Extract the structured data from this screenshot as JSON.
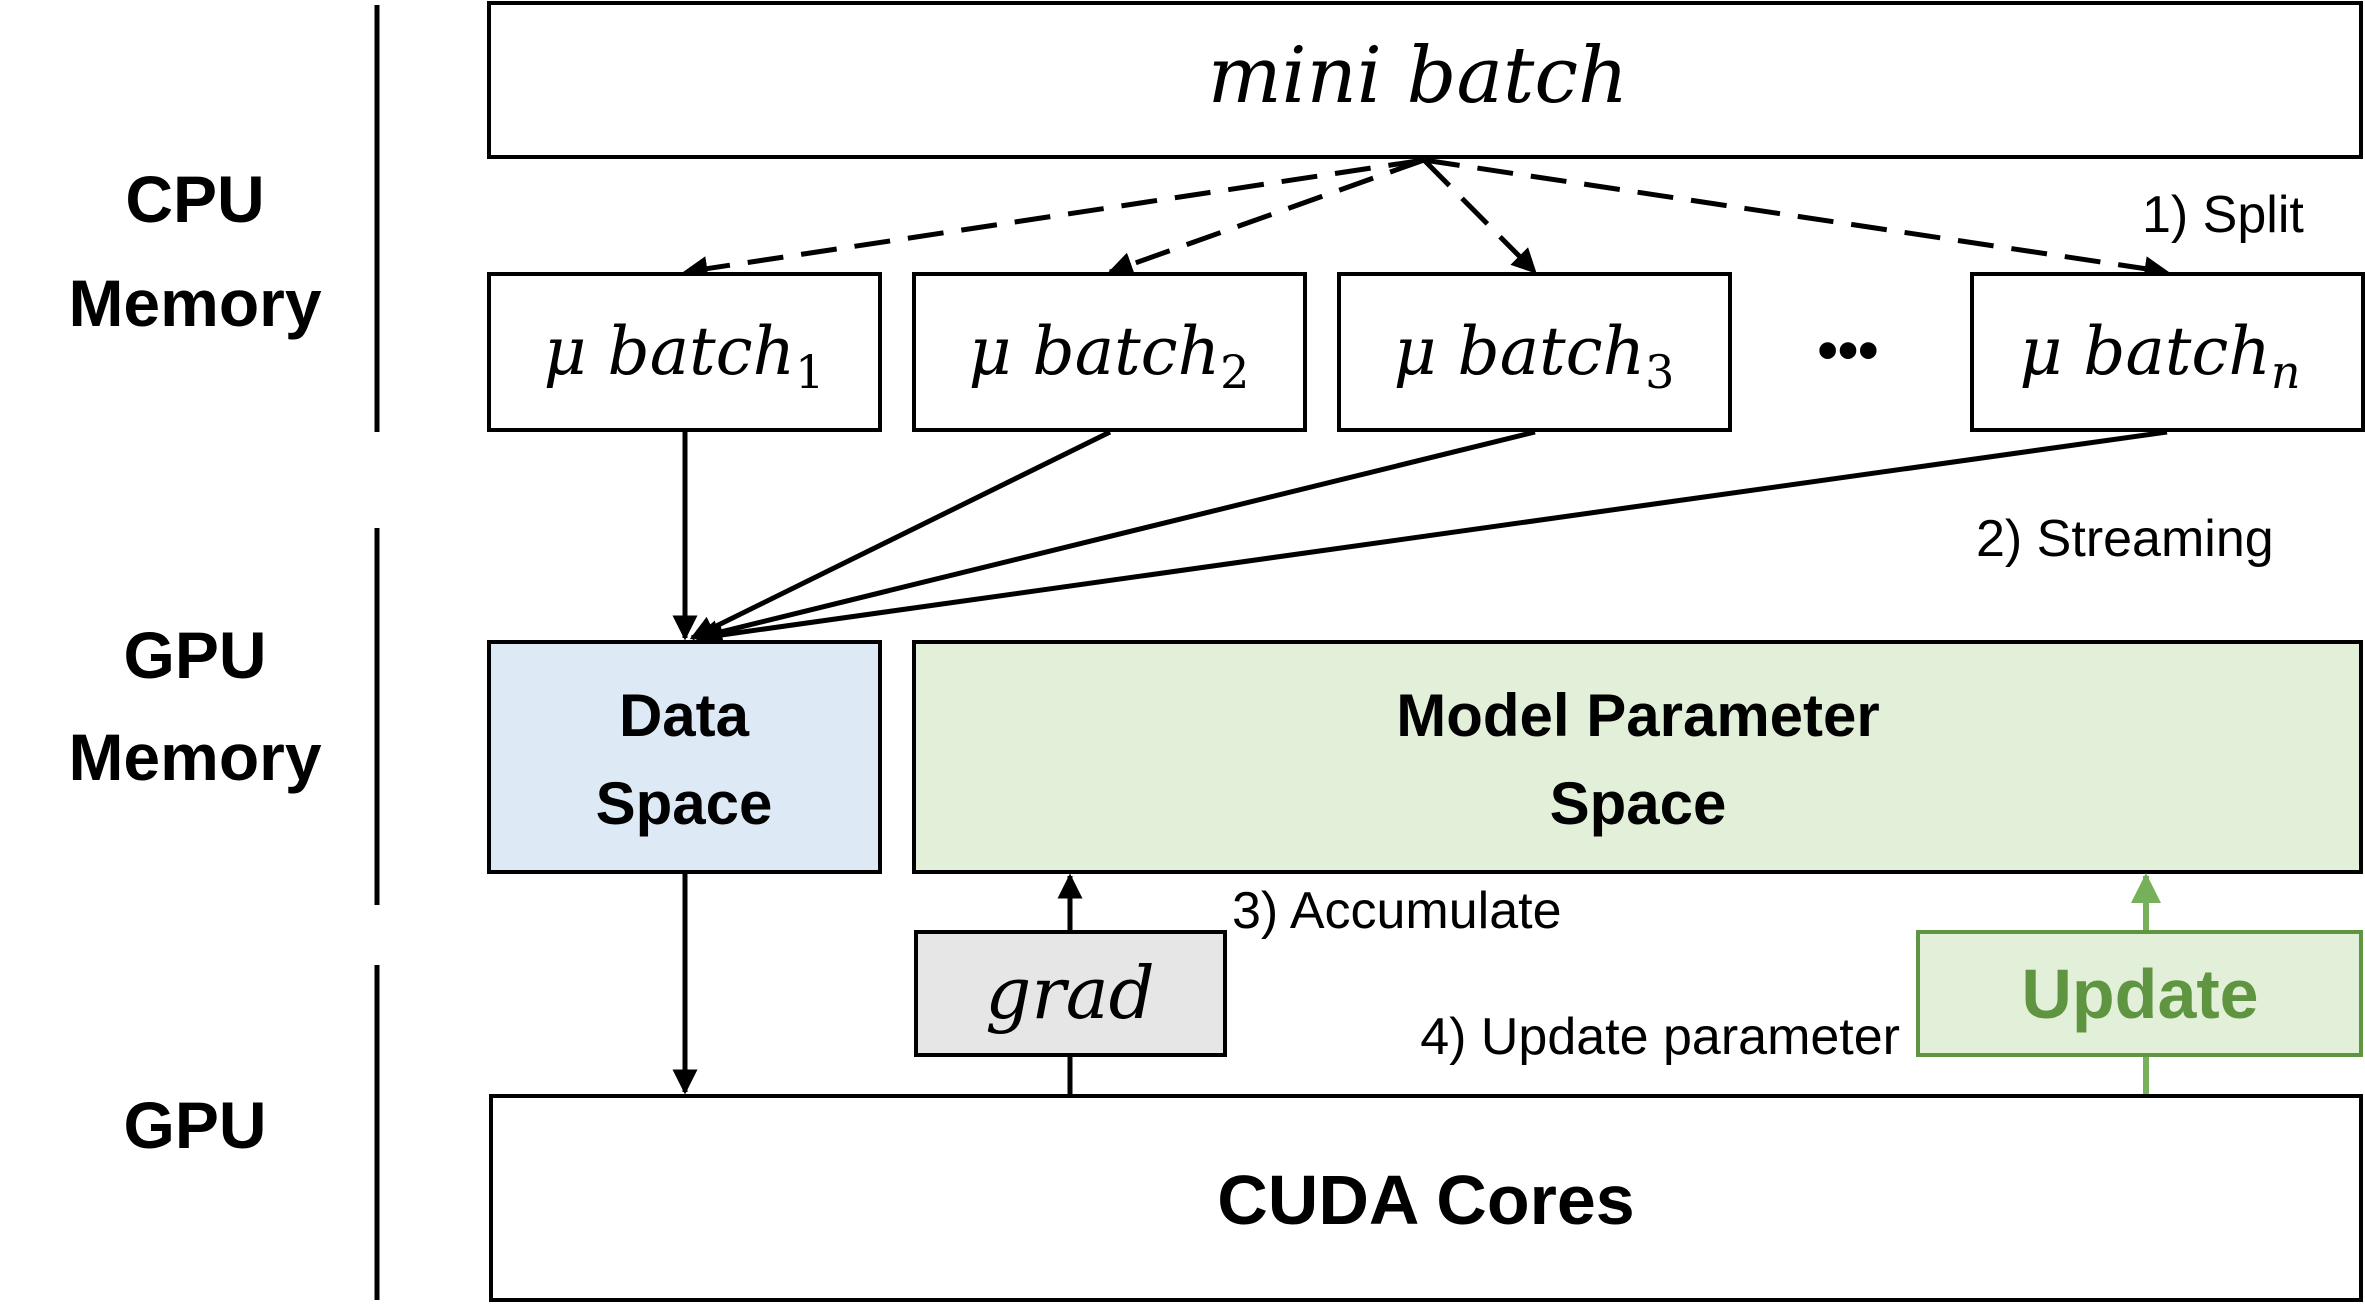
{
  "regions": {
    "cpu_line1": "CPU",
    "cpu_line2": "Memory",
    "gpu_mem_line1": "GPU",
    "gpu_mem_line2": "Memory",
    "gpu": "GPU"
  },
  "mini_batch": "mini batch",
  "micro_batches": [
    {
      "base": "μ batch",
      "sub": "1"
    },
    {
      "base": "μ batch",
      "sub": "2"
    },
    {
      "base": "μ batch",
      "sub": "3"
    },
    {
      "base": "μ batch",
      "sub": "n"
    }
  ],
  "ellipsis": "•••",
  "steps": {
    "split": "1) Split",
    "streaming": "2) Streaming",
    "accumulate": "3) Accumulate",
    "update_parameter": "4) Update parameter"
  },
  "data_space": {
    "line1": "Data",
    "line2": "Space"
  },
  "model_space": {
    "line1": "Model Parameter",
    "line2": "Space"
  },
  "grad": "grad",
  "update": "Update",
  "cuda": "CUDA Cores",
  "colors": {
    "data_space_fill": "#dde9f5",
    "model_space_fill": "#e3f0d9",
    "grad_fill": "#e6e6e6",
    "update_fill": "#e3f0d9",
    "update_accent": "#5f9440",
    "stroke": "#000000"
  }
}
